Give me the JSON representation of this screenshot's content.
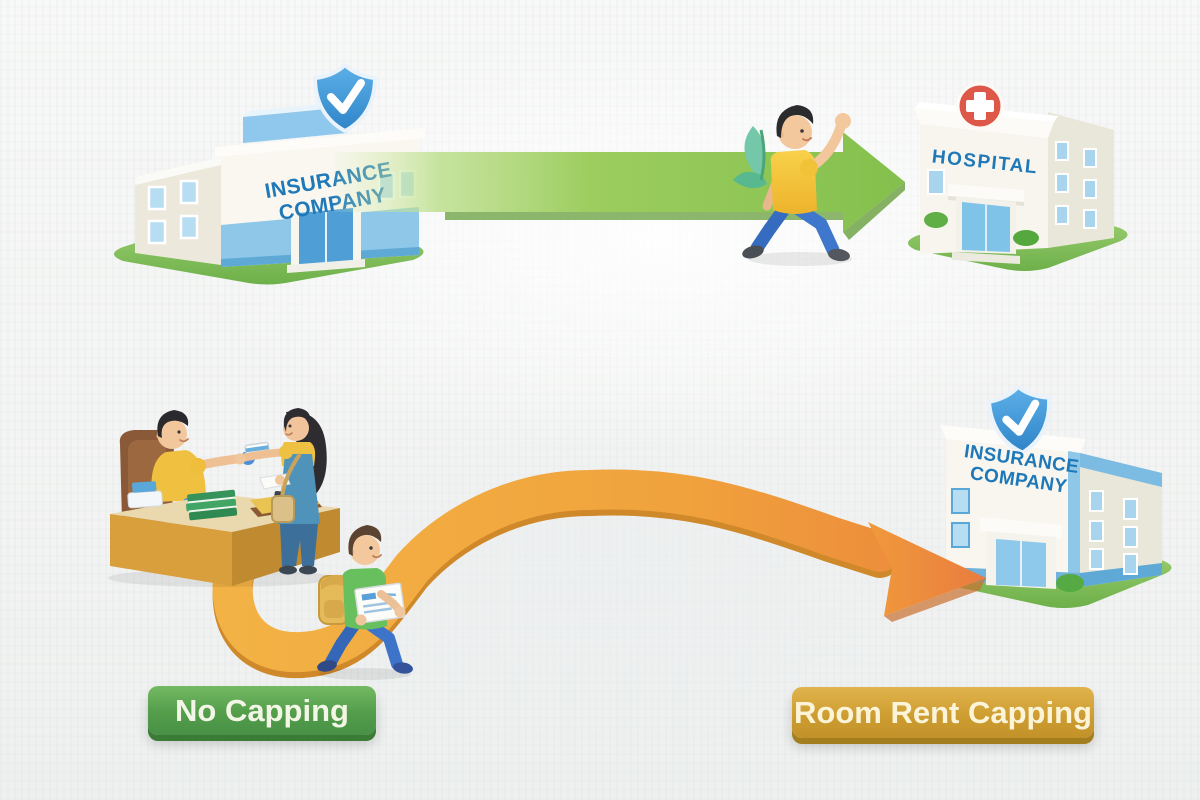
{
  "illustration": {
    "title_semantic": "Insurance room rent capping comparison infographic",
    "top_flow": {
      "insurance_building": {
        "sign_line1": "INSURANCE",
        "sign_line2": "COMPANY"
      },
      "hospital_building": {
        "sign": "HOSPITAL"
      },
      "arrow": {
        "direction": "right",
        "color_name": "green"
      }
    },
    "bottom_flow": {
      "insurance_building": {
        "sign_line1": "INSURANCE",
        "sign_line2": "COMPANY"
      },
      "arrow": {
        "direction": "curved-right",
        "color_name": "orange"
      },
      "no_capping_badge": "No Capping",
      "room_rent_capping_badge": "Room Rent Capping"
    },
    "colors": {
      "green_arrow": "#8CC455",
      "green_arrow_edge": "#689F3D",
      "orange_arrow": "#F2A93E",
      "orange_arrow_head": "#EA7C3E",
      "no_capping_green": "#539D4B",
      "room_rent_gold": "#CD9C30",
      "insurance_text_blue": "#1F78B8",
      "hospital_red": "#DD5848",
      "shield_blue": "#3E93D3",
      "grass_green": "#7CBB51",
      "background": "#F5F6F5"
    }
  }
}
